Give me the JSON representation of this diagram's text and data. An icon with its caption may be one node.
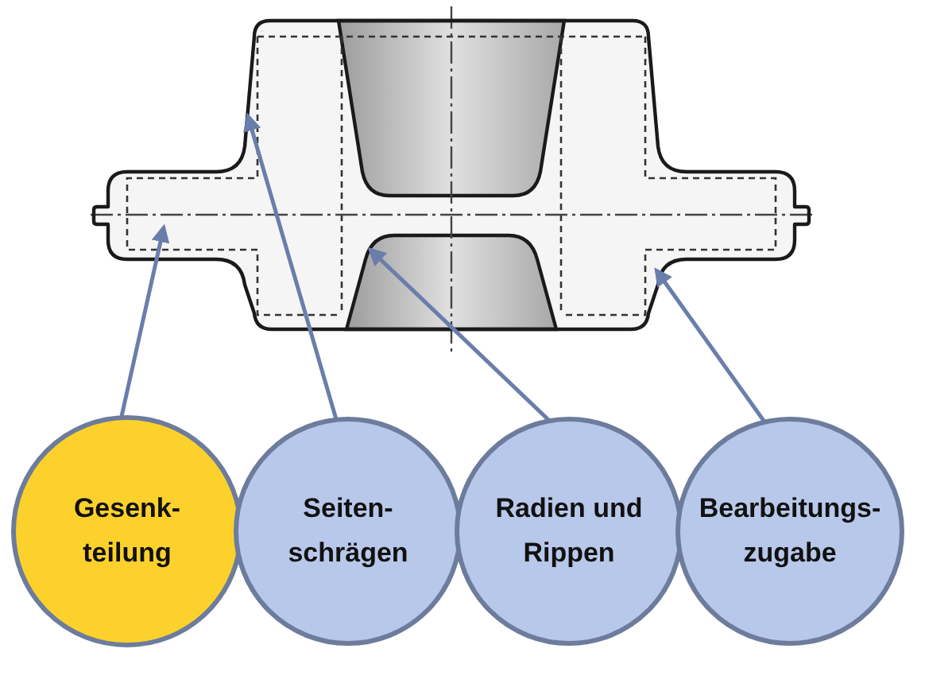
{
  "diagram": {
    "nodes": [
      {
        "text": [
          "Gesenk- teilung"
        ]
      },
      {
        "text": [
          "Seiten- schrägen"
        ]
      },
      {
        "text": [
          "Radien und Rippen"
        ]
      },
      {
        "text": [
          "Bearbeitungs- zugabe"
        ]
      }
    ],
    "edges": [
      {
        "from": 0,
        "to": null,
        "arrow": "to"
      },
      {
        "from": 1,
        "to": null,
        "arrow": "to"
      },
      {
        "from": 2,
        "to": null,
        "arrow": "to"
      },
      {
        "from": 3,
        "to": null,
        "arrow": "to"
      }
    ]
  }
}
